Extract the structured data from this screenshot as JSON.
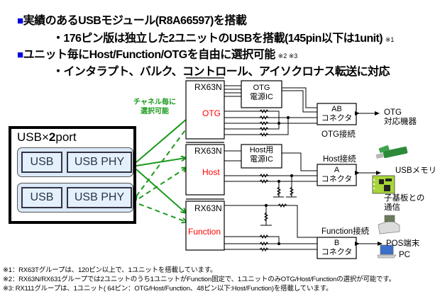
{
  "heading1": {
    "bullet": "■",
    "text": "実績のあるUSBモジュール(R8A66597)を搭載"
  },
  "sub1": {
    "text": "・176ピン版は独立した2ユニットのUSBを搭載(145pin以下は1unit)",
    "note": "※1"
  },
  "heading2": {
    "bullet": "■",
    "text": "ユニット毎にHost/Function/OTGを自由に選択可能",
    "note": "※2 ※3"
  },
  "sub2": {
    "text": "・インタラプト、バルク、コントロール、アイソクロナス転送に対応"
  },
  "usb_block": {
    "title_prefix": "USB×",
    "title_count": "2",
    "title_suffix": "port",
    "ports": [
      {
        "usb": "USB",
        "phy": "USB PHY"
      },
      {
        "usb": "USB",
        "phy": "USB PHY"
      }
    ]
  },
  "channel_label": [
    "チャネル毎に",
    "選択可能"
  ],
  "units": [
    {
      "chip": "RX63N",
      "mode": "OTG",
      "power_ic": [
        "OTG",
        "電源IC"
      ],
      "connector": [
        "AB",
        "コネクタ"
      ],
      "connection": "OTG接続",
      "device": [
        "OTG",
        "対応機器"
      ]
    },
    {
      "chip": "RX63N",
      "mode": "Host",
      "power_ic": [
        "Host用",
        "電源IC"
      ],
      "connector": [
        "A",
        "コネクタ"
      ],
      "connection": "Host接続",
      "devices": [
        "USBメモリ",
        "子基板との",
        "通信"
      ]
    },
    {
      "chip": "RX63N",
      "mode": "Function",
      "connector": [
        "B",
        "コネクタ"
      ],
      "connection": "Function接続",
      "devices": [
        "POS端末",
        "PC"
      ]
    }
  ],
  "colors": {
    "bullet": "#0000dd",
    "arrow": "#1a9a1a",
    "mode": "#ff0000",
    "port_fill": "#dbe9f8"
  },
  "footnotes": [
    "※1：RX63Tグループは、120ピン以上で、1ユニットを搭載しています。",
    "※2：RX63N/RX631グループでは2ユニットのうち1ユニットがFunction固定で、1ユニットのみOTG/Host/Functionの選択が可能です。",
    "※3: RX111グループは、1ユニット( 64ピン：OTG/Host/Function、48ピン以下:Host/Function)を搭載しています。"
  ]
}
